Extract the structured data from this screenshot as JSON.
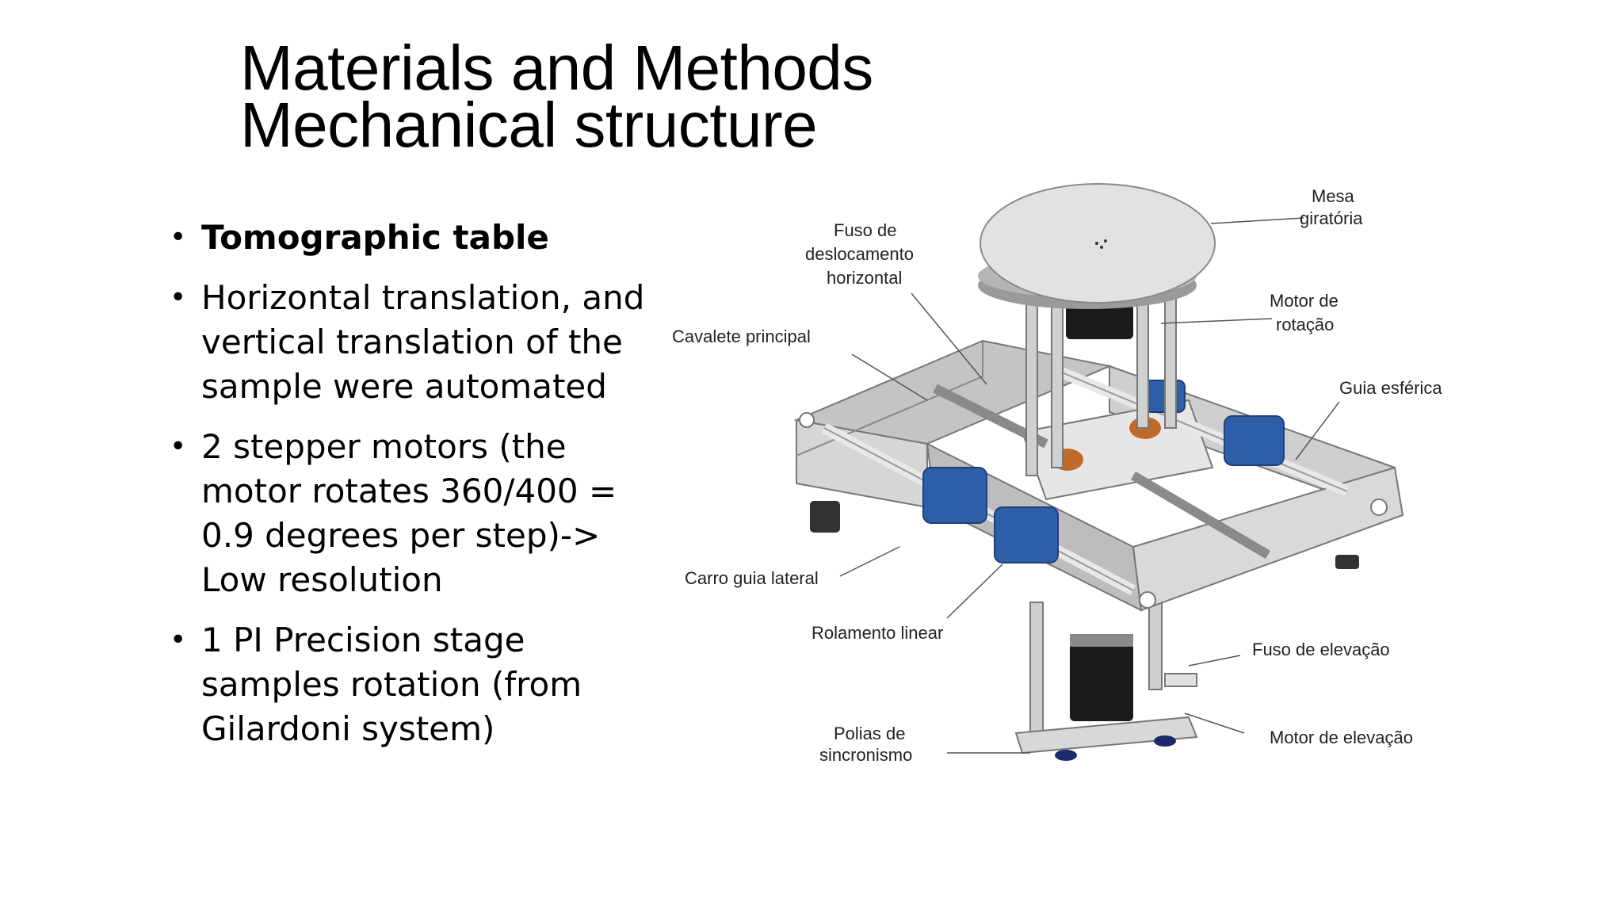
{
  "slide": {
    "title_line1": "Materials and Methods",
    "title_line2": "Mechanical structure",
    "bullets": [
      {
        "text": "Tomographic table",
        "bold": true
      },
      {
        "text": "Horizontal translation, and vertical translation of the sample were automated",
        "bold": false
      },
      {
        "text": "2 stepper motors (the motor rotates 360/400 = 0.9 degrees per step)-> Low resolution",
        "bold": false
      },
      {
        "text": "1 PI Precision stage samples rotation (from Gilardoni system)",
        "bold": false
      }
    ]
  },
  "diagram_labels": {
    "mesa_1": "Mesa",
    "mesa_2": "giratória",
    "fuso_h_1": "Fuso de",
    "fuso_h_2": "deslocamento",
    "fuso_h_3": "horizontal",
    "motor_rot_1": "Motor de",
    "motor_rot_2": "rotação",
    "cavalete": "Cavalete principal",
    "guia": "Guia esférica",
    "carro": "Carro guia lateral",
    "rolamento": "Rolamento linear",
    "fuso_elev": "Fuso de elevação",
    "polias_1": "Polias de",
    "polias_2": "sincronismo",
    "motor_elev": "Motor de elevação"
  },
  "colors": {
    "frame": "#d8d8d8",
    "frame_dark": "#9a9a9a",
    "bearing": "#2f5ea8",
    "motor": "#1a1a1a",
    "nut": "#c06a2a"
  }
}
